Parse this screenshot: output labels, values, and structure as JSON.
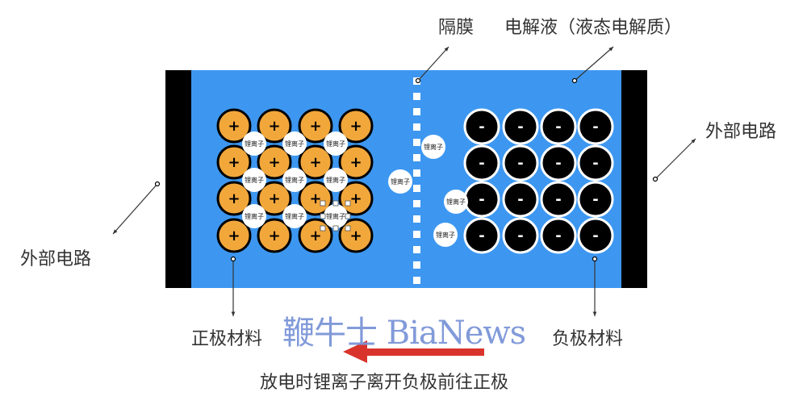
{
  "labels": {
    "separator": "隔膜",
    "electrolyte": "电解液（液态电解质）",
    "external_circuit_right": "外部电路",
    "external_circuit_left": "外部电路",
    "cathode": "正极材料",
    "anode": "负极材料",
    "caption": "放电时锂离子离开负极前往正极"
  },
  "watermark": "鞭牛士 BiaNews",
  "ion_label": "锂离子",
  "cathode_sign": "+",
  "anode_sign": "-",
  "colors": {
    "electrolyte": "#3d97f0",
    "cathode": "#f2a73b",
    "anode": "#000000",
    "arrow": "#d9342b",
    "collector": "#000000"
  }
}
